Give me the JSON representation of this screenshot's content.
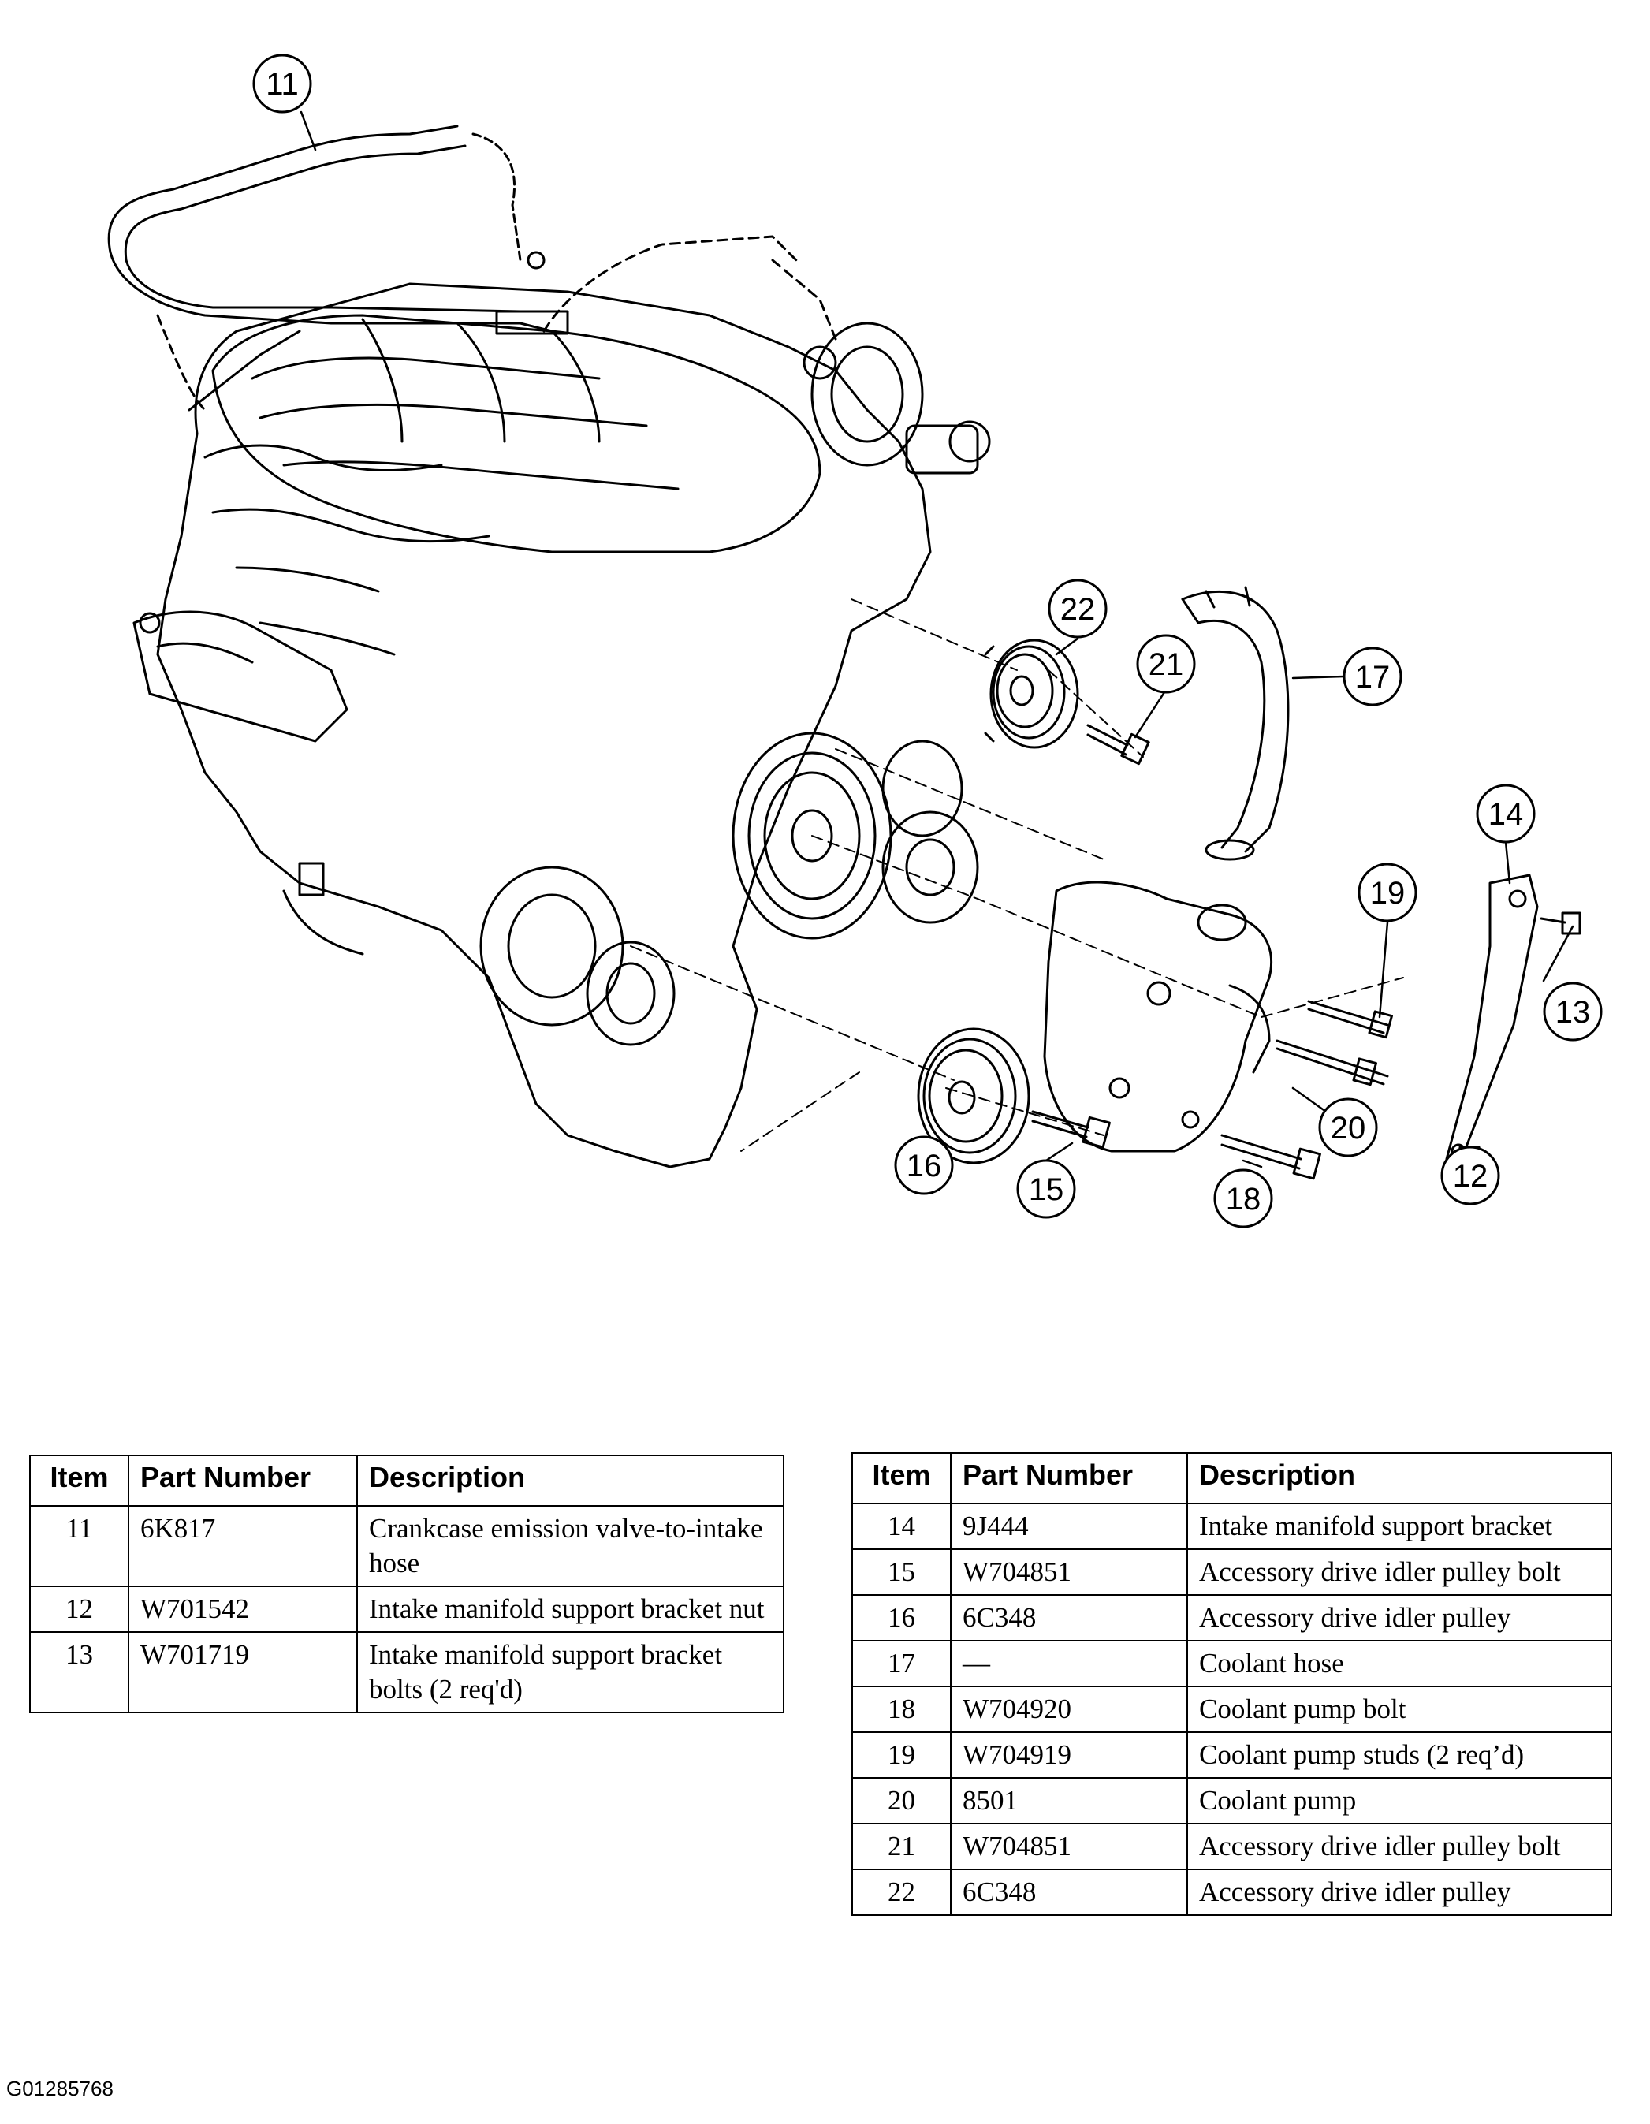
{
  "diagram": {
    "callouts": [
      "11",
      "12",
      "13",
      "14",
      "15",
      "16",
      "17",
      "18",
      "19",
      "20",
      "21",
      "22"
    ]
  },
  "tables": [
    {
      "headers": {
        "item": "Item",
        "part_number": "Part Number",
        "description": "Description"
      },
      "rows": [
        {
          "item": "11",
          "part_number": "6K817",
          "description": "Crankcase emission valve-to-intake hose"
        },
        {
          "item": "12",
          "part_number": "W701542",
          "description": "Intake manifold support bracket nut"
        },
        {
          "item": "13",
          "part_number": "W701719",
          "description": "Intake manifold support bracket bolts (2 req'd)"
        }
      ]
    },
    {
      "headers": {
        "item": "Item",
        "part_number": "Part Number",
        "description": "Description"
      },
      "rows": [
        {
          "item": "14",
          "part_number": "9J444",
          "description": "Intake manifold support bracket"
        },
        {
          "item": "15",
          "part_number": "W704851",
          "description": "Accessory drive idler pulley bolt"
        },
        {
          "item": "16",
          "part_number": "6C348",
          "description": "Accessory drive idler pulley"
        },
        {
          "item": "17",
          "part_number": "—",
          "description": "Coolant hose"
        },
        {
          "item": "18",
          "part_number": "W704920",
          "description": "Coolant pump bolt"
        },
        {
          "item": "19",
          "part_number": "W704919",
          "description": "Coolant pump studs (2 req’d)"
        },
        {
          "item": "20",
          "part_number": "8501",
          "description": "Coolant pump"
        },
        {
          "item": "21",
          "part_number": "W704851",
          "description": "Accessory drive idler pulley bolt"
        },
        {
          "item": "22",
          "part_number": "6C348",
          "description": "Accessory drive idler pulley"
        }
      ]
    }
  ],
  "image_id": "G01285768"
}
